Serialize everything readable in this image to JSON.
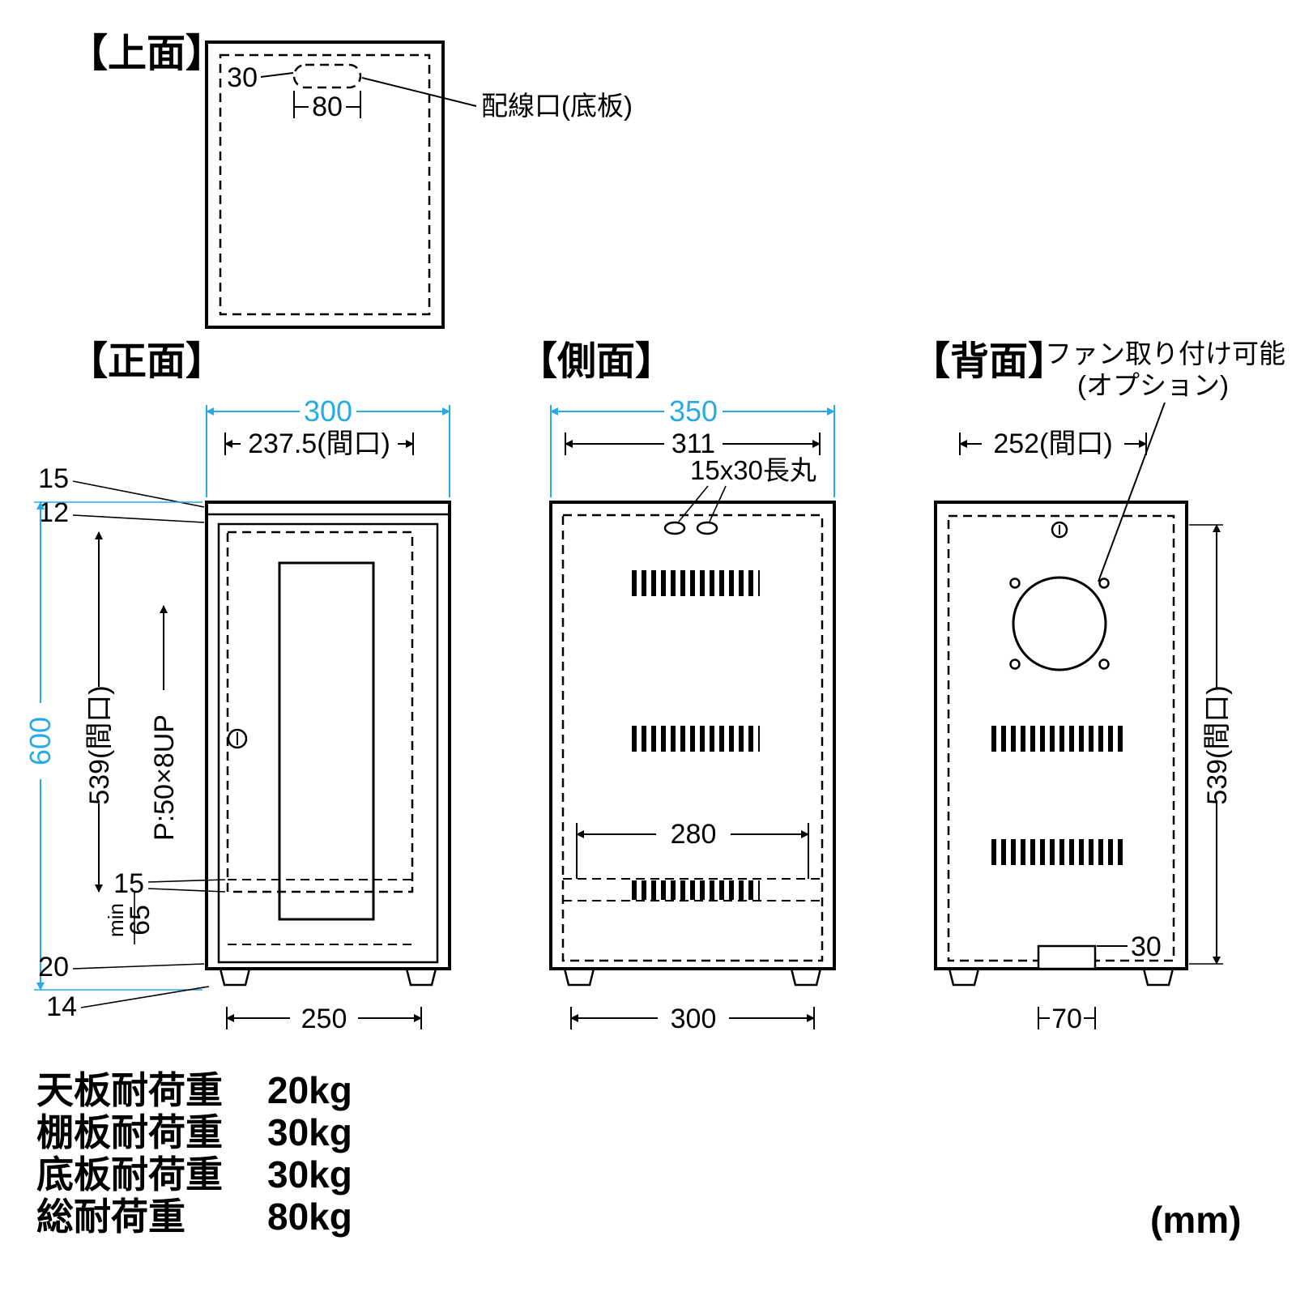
{
  "diagram": {
    "views": {
      "top": {
        "title": "【上面】"
      },
      "front": {
        "title": "【正面】"
      },
      "side": {
        "title": "【側面】"
      },
      "rear": {
        "title": "【背面】"
      }
    },
    "annotations": {
      "wiring_port": "配線口(底板)",
      "fan_option_line1": "ファン取り付け可能",
      "fan_option_line2": "(オプション)",
      "oblong_hole": "15x30長丸",
      "pitch": "P:50×8UP",
      "min_label": "min"
    },
    "dimensions": {
      "top_slot_height": "30",
      "top_slot_width": "80",
      "front_width": "300",
      "front_opening_width": "237.5(間口)",
      "front_top_frame": "15",
      "front_top_gap": "12",
      "front_height": "600",
      "front_opening_height": "539(間口)",
      "front_bottom_gap": "15",
      "front_bottom_min": "65",
      "front_bottom_frame": "20",
      "front_foot_height": "14",
      "front_foot_span": "250",
      "side_depth": "350",
      "side_inner_depth": "311",
      "side_shelf_depth": "280",
      "side_foot_span": "300",
      "rear_opening_width": "252(間口)",
      "rear_opening_height": "539(間口)",
      "rear_slot_height": "30",
      "rear_slot_width": "70"
    },
    "load_table": [
      {
        "label": "天板耐荷重",
        "value": "20kg"
      },
      {
        "label": "棚板耐荷重",
        "value": "30kg"
      },
      {
        "label": "底板耐荷重",
        "value": "30kg"
      },
      {
        "label": "総耐荷重",
        "value": "80kg"
      }
    ],
    "unit": "(mm)",
    "colors": {
      "line": "#000000",
      "accent": "#29abe2"
    }
  }
}
